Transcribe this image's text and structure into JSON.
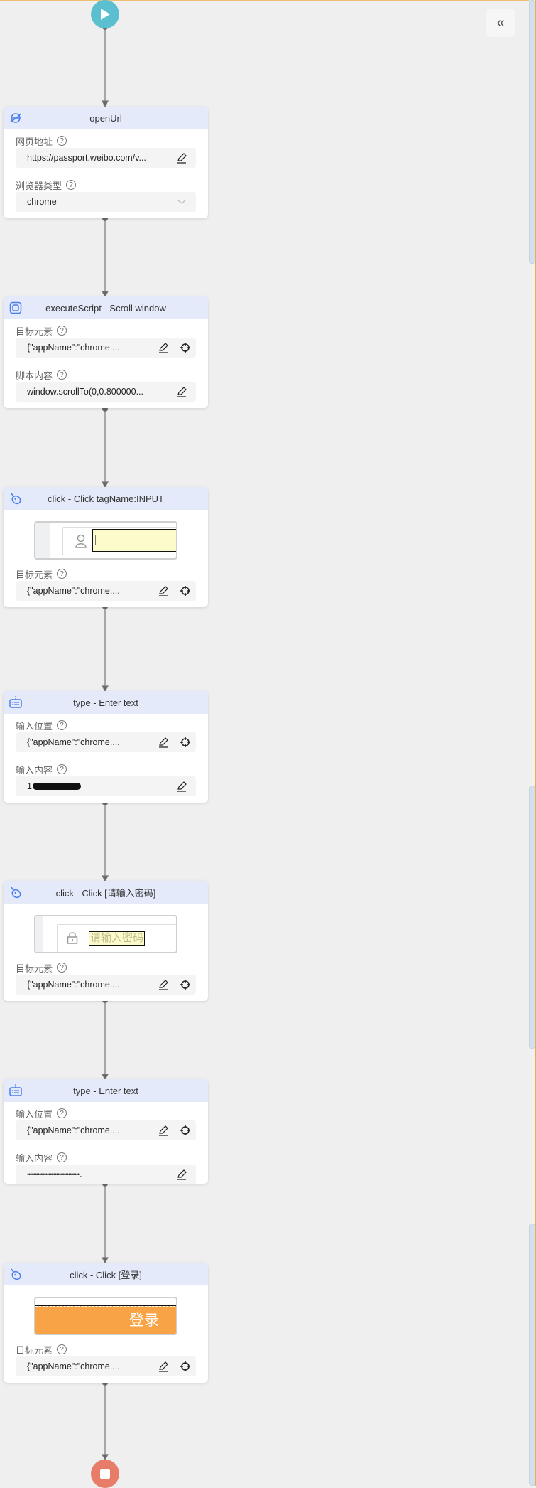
{
  "collapse_icon": "double-chevron-left-icon",
  "start": "play-icon",
  "end": "stop-icon",
  "nodes": [
    {
      "title": "openUrl",
      "icon": "browser-icon",
      "fields": [
        {
          "label": "网页地址",
          "value": "https://passport.weibo.com/v..."
        },
        {
          "label": "浏览器类型",
          "value": "chrome"
        }
      ]
    },
    {
      "title": "executeScript - Scroll window",
      "icon": "script-icon",
      "fields": [
        {
          "label": "目标元素",
          "value": "{\"appName\":\"chrome...."
        },
        {
          "label": "脚本内容",
          "value": "window.scrollTo(0,0.800000..."
        }
      ]
    },
    {
      "title": "click - Click tagName:INPUT",
      "icon": "mouse-icon",
      "fields": [
        {
          "label": "目标元素",
          "value": "{\"appName\":\"chrome...."
        }
      ]
    },
    {
      "title": "type - Enter text",
      "icon": "keyboard-icon",
      "fields": [
        {
          "label": "输入位置",
          "value": "{\"appName\":\"chrome...."
        },
        {
          "label": "输入内容",
          "value": "1"
        }
      ]
    },
    {
      "title": "click - Click [请输入密码]",
      "icon": "mouse-icon",
      "preview_text": "请输入密码",
      "fields": [
        {
          "label": "目标元素",
          "value": "{\"appName\":\"chrome...."
        }
      ]
    },
    {
      "title": "type - Enter text",
      "icon": "keyboard-icon",
      "fields": [
        {
          "label": "输入位置",
          "value": "{\"appName\":\"chrome...."
        },
        {
          "label": "输入内容",
          "value": "••••••••••••••••••••••••••••••••••..."
        }
      ]
    },
    {
      "title": "click - Click [登录]",
      "icon": "mouse-icon",
      "preview_text": "登录",
      "fields": [
        {
          "label": "目标元素",
          "value": "{\"appName\":\"chrome...."
        }
      ]
    }
  ],
  "colors": {
    "header": "#e4eafa",
    "start": "#5bbfcf",
    "end": "#e77c68",
    "icon": "#4a7cf0",
    "login_button": "#f8a345",
    "highlight": "#fbfbcb"
  }
}
